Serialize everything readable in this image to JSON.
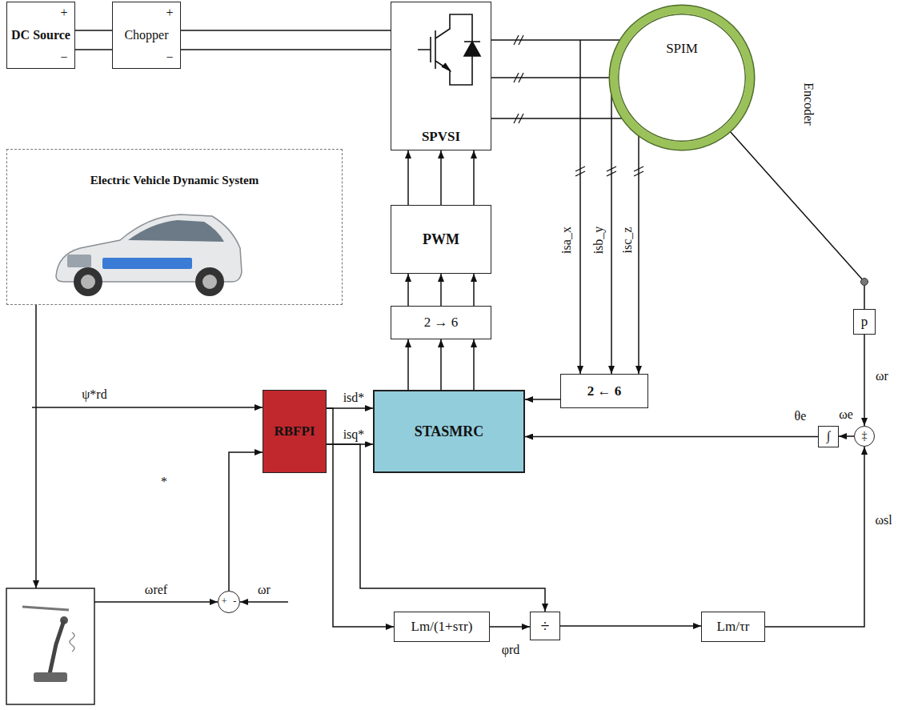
{
  "diagram": {
    "nodes": [
      {
        "text": [
          "DC Source"
        ]
      },
      {
        "text": [
          "Chopper"
        ]
      },
      {
        "text": [
          "SPVSI"
        ]
      },
      {
        "text": [
          "SPIM"
        ]
      },
      {
        "text": [
          "Electric Vehicle Dynamic System"
        ]
      },
      {
        "text": [
          "PWM"
        ]
      },
      {
        "text": [
          "2 → 6"
        ]
      },
      {
        "text": [
          "STASMRC"
        ]
      },
      {
        "text": [
          "2 ← 6"
        ]
      },
      {
        "text": [
          "RBFPI"
        ]
      },
      {
        "text": [
          "p"
        ]
      },
      {
        "text": [
          "∫"
        ]
      },
      {
        "text": [
          "‡"
        ]
      },
      {
        "text": [
          "Lm/(1+sτr)"
        ]
      },
      {
        "text": [
          "÷"
        ]
      },
      {
        "text": [
          "Lm/τr"
        ]
      },
      {
        "text": [
          "+",
          "-"
        ]
      }
    ],
    "edges": [
      {
        "from": 0,
        "to": 1,
        "arrow": "none"
      },
      {
        "from": 0,
        "to": 1,
        "arrow": "none"
      },
      {
        "from": 1,
        "to": 2,
        "arrow": "none"
      },
      {
        "from": 1,
        "to": 2,
        "arrow": "none"
      },
      {
        "from": 2,
        "to": 3,
        "arrow": "none"
      },
      {
        "from": 2,
        "to": 3,
        "arrow": "none"
      },
      {
        "from": 2,
        "to": 3,
        "arrow": "none"
      },
      {
        "from": 5,
        "to": 2,
        "arrow": "to"
      },
      {
        "from": 5,
        "to": 2,
        "arrow": "to"
      },
      {
        "from": 5,
        "to": 2,
        "arrow": "to"
      },
      {
        "from": 6,
        "to": 5,
        "arrow": "to"
      },
      {
        "from": 6,
        "to": 5,
        "arrow": "to"
      },
      {
        "from": 6,
        "to": 5,
        "arrow": "to"
      },
      {
        "from": 7,
        "to": 6,
        "arrow": "to"
      },
      {
        "from": 7,
        "to": 6,
        "arrow": "to"
      },
      {
        "from": 7,
        "to": 6,
        "arrow": "to"
      },
      {
        "from": 8,
        "to": 7,
        "arrow": "to"
      },
      {
        "from": 3,
        "to": 10,
        "arrow": "none"
      },
      {
        "from": 10,
        "to": 12,
        "arrow": "to"
      },
      {
        "from": 12,
        "to": 11,
        "arrow": "to"
      },
      {
        "from": 11,
        "to": 7,
        "arrow": "to"
      },
      {
        "from": 15,
        "to": 12,
        "arrow": "to"
      },
      {
        "from": 14,
        "to": 15,
        "arrow": "to"
      },
      {
        "from": 13,
        "to": 14,
        "arrow": "to"
      },
      {
        "from": 9,
        "to": 7,
        "label": "isd*",
        "arrow": "to"
      },
      {
        "from": 9,
        "to": 7,
        "label": "isq*",
        "arrow": "to"
      },
      {
        "from": 9,
        "to": 13,
        "arrow": "to"
      },
      {
        "from": 9,
        "to": 14,
        "arrow": "to"
      },
      {
        "from": 16,
        "to": 9,
        "arrow": "to"
      }
    ],
    "labels": [
      "+",
      "−",
      "+",
      "−",
      "Encoder",
      "isa_x",
      "isb_y",
      "isc_z",
      "ωr",
      "θe",
      "ωe",
      "ωsl",
      "ψ*rd",
      "*",
      "ωref",
      "ωr",
      "φrd"
    ]
  }
}
